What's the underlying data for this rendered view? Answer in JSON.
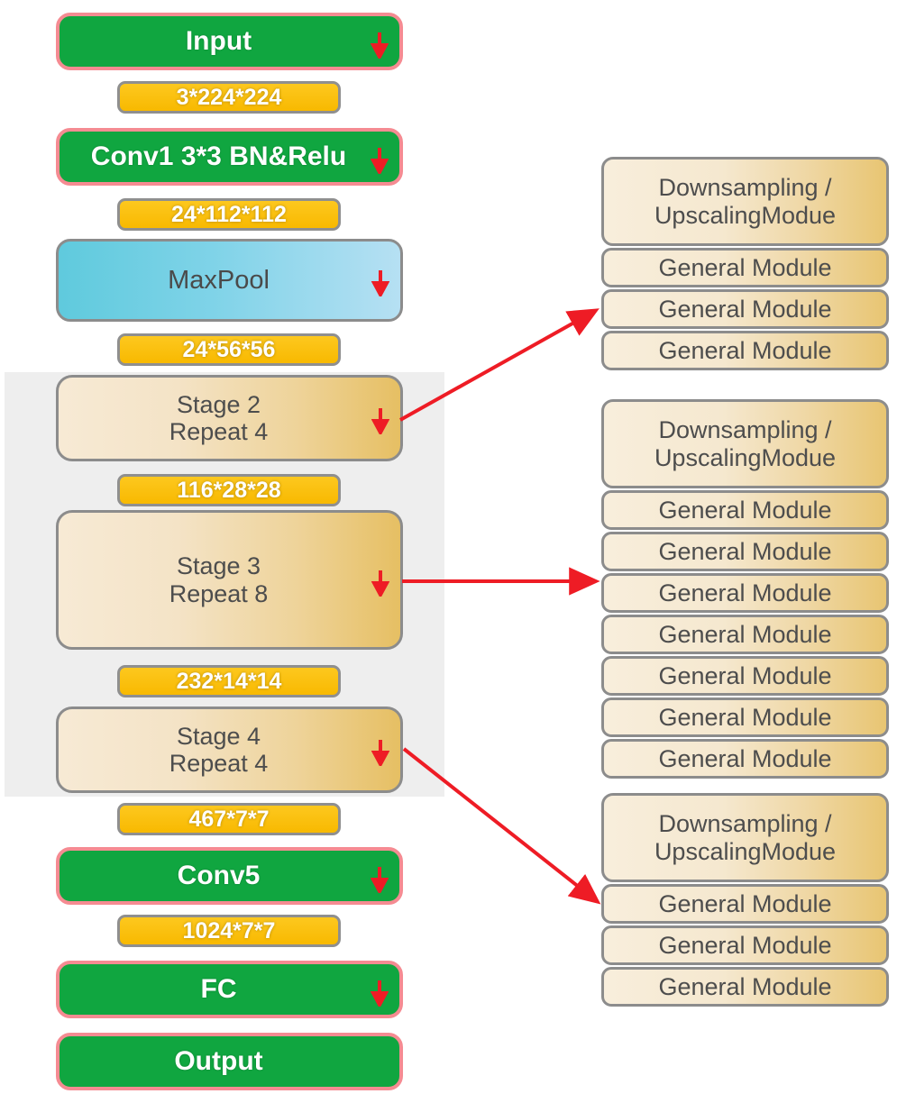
{
  "diagram": {
    "title": "ShuffleNet-style network architecture",
    "colors": {
      "green_block": "#10a640",
      "green_border": "#f58b92",
      "tensor_yellow": "#fdc81f",
      "tensor_border": "#8f8f8f",
      "pool_cyan_left": "#5fcadd",
      "pool_cyan_right": "#b6e0f3",
      "module_tan_left": "#f8eedc",
      "module_tan_right": "#e8c572",
      "band_gray": "#eeeeee",
      "arrow_red": "#ee1c25",
      "text_dark": "#4d4d4d",
      "text_white": "#ffffff"
    },
    "arrow_icon": "down-arrow-icon"
  },
  "pipeline": [
    {
      "id": "input",
      "kind": "green",
      "label": "Input",
      "arrow": true
    },
    {
      "id": "t1",
      "kind": "tensor",
      "label": "3*224*224",
      "arrow": false
    },
    {
      "id": "conv1",
      "kind": "green",
      "label": "Conv1 3*3 BN&Relu",
      "arrow": true
    },
    {
      "id": "t2",
      "kind": "tensor",
      "label": "24*112*112",
      "arrow": false
    },
    {
      "id": "maxpool",
      "kind": "pool",
      "label": "MaxPool",
      "arrow": true
    },
    {
      "id": "t3",
      "kind": "tensor",
      "label": "24*56*56",
      "arrow": false
    },
    {
      "id": "stage2",
      "kind": "stage",
      "label": "Stage 2\nRepeat 4",
      "arrow": true
    },
    {
      "id": "t4",
      "kind": "tensor",
      "label": "116*28*28",
      "arrow": false
    },
    {
      "id": "stage3",
      "kind": "stage",
      "label": "Stage 3\nRepeat 8",
      "arrow": true
    },
    {
      "id": "t5",
      "kind": "tensor",
      "label": "232*14*14",
      "arrow": false
    },
    {
      "id": "stage4",
      "kind": "stage",
      "label": "Stage 4\nRepeat 4",
      "arrow": true
    },
    {
      "id": "t6",
      "kind": "tensor",
      "label": "467*7*7",
      "arrow": false
    },
    {
      "id": "conv5",
      "kind": "green",
      "label": "Conv5",
      "arrow": true
    },
    {
      "id": "t7",
      "kind": "tensor",
      "label": "1024*7*7",
      "arrow": false
    },
    {
      "id": "fc",
      "kind": "green",
      "label": "FC",
      "arrow": true
    },
    {
      "id": "output",
      "kind": "green",
      "label": "Output",
      "arrow": false
    }
  ],
  "expansions": [
    {
      "id": "stage2-expansion",
      "source": "stage2",
      "modules": [
        {
          "label": "Downsampling /\nUpscalingModue",
          "tall": true
        },
        {
          "label": "General Module",
          "tall": false
        },
        {
          "label": "General Module",
          "tall": false
        },
        {
          "label": "General Module",
          "tall": false
        }
      ]
    },
    {
      "id": "stage3-expansion",
      "source": "stage3",
      "modules": [
        {
          "label": "Downsampling /\nUpscalingModue",
          "tall": true
        },
        {
          "label": "General Module",
          "tall": false
        },
        {
          "label": "General Module",
          "tall": false
        },
        {
          "label": "General Module",
          "tall": false
        },
        {
          "label": "General Module",
          "tall": false
        },
        {
          "label": "General Module",
          "tall": false
        },
        {
          "label": "General Module",
          "tall": false
        },
        {
          "label": "General Module",
          "tall": false
        }
      ]
    },
    {
      "id": "stage4-expansion",
      "source": "stage4",
      "modules": [
        {
          "label": "Downsampling /\nUpscalingModue",
          "tall": true
        },
        {
          "label": "General Module",
          "tall": false
        },
        {
          "label": "General Module",
          "tall": false
        },
        {
          "label": "General Module",
          "tall": false
        }
      ]
    }
  ],
  "connectors": [
    {
      "id": "stage2-to-expansion",
      "from": "stage2",
      "to": "stage2-expansion"
    },
    {
      "id": "stage3-to-expansion",
      "from": "stage3",
      "to": "stage3-expansion"
    },
    {
      "id": "stage4-to-expansion",
      "from": "stage4",
      "to": "stage4-expansion"
    }
  ]
}
